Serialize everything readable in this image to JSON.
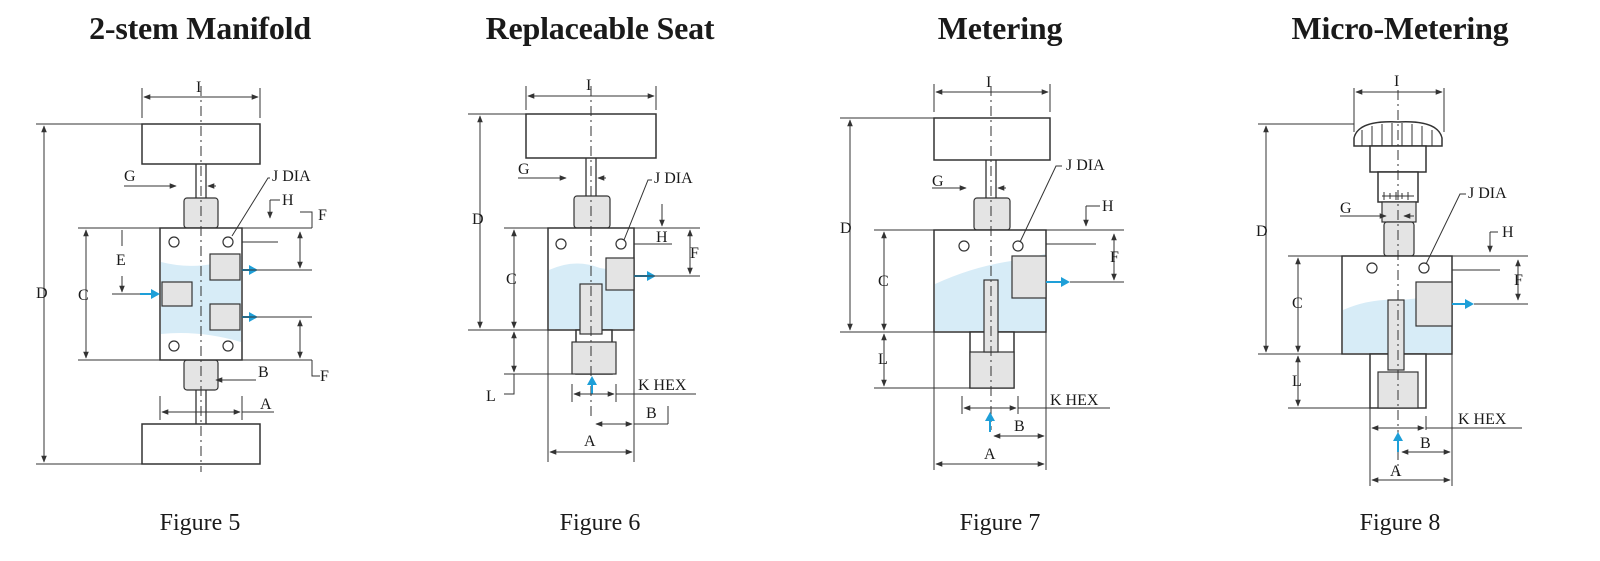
{
  "panels": [
    {
      "title": "2-stem Manifold",
      "caption": "Figure 5",
      "labels": {
        "A": "A",
        "B": "B",
        "C": "C",
        "D": "D",
        "E": "E",
        "F": "F",
        "F2": "F",
        "G": "G",
        "H": "H",
        "I": "I",
        "J": "J DIA"
      }
    },
    {
      "title": "Replaceable Seat",
      "caption": "Figure 6",
      "labels": {
        "A": "A",
        "B": "B",
        "C": "C",
        "D": "D",
        "F": "F",
        "G": "G",
        "H": "H",
        "I": "I",
        "J": "J DIA",
        "K": "K HEX",
        "L": "L"
      }
    },
    {
      "title": "Metering",
      "caption": "Figure 7",
      "labels": {
        "A": "A",
        "B": "B",
        "C": "C",
        "D": "D",
        "F": "F",
        "G": "G",
        "H": "H",
        "I": "I",
        "J": "J DIA",
        "K": "K HEX",
        "L": "L"
      }
    },
    {
      "title": "Micro-Metering",
      "caption": "Figure 8",
      "labels": {
        "A": "A",
        "B": "B",
        "C": "C",
        "D": "D",
        "F": "F",
        "G": "G",
        "H": "H",
        "I": "I",
        "J": "J DIA",
        "K": "K HEX",
        "L": "L"
      }
    }
  ],
  "colors": {
    "flow_arrow": "#1e9fd8",
    "fluid_fill": "#d7ecf7",
    "line": "#333333"
  }
}
